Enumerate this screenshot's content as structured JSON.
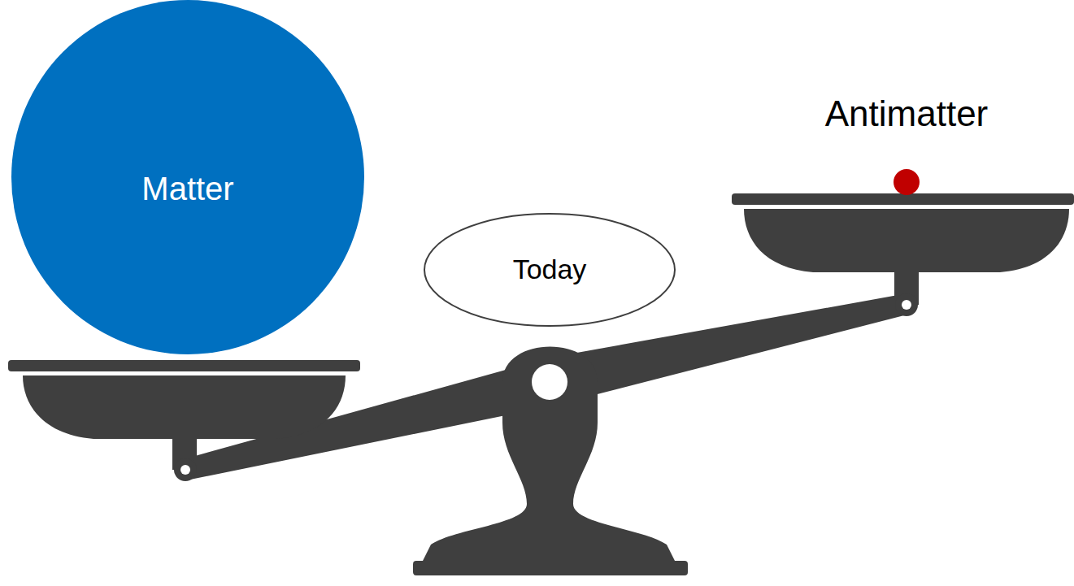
{
  "diagram": {
    "nodes": [
      {
        "text": [
          "Matter"
        ]
      },
      {
        "text": [
          "Today"
        ]
      }
    ],
    "labels": [
      "Antimatter"
    ]
  }
}
